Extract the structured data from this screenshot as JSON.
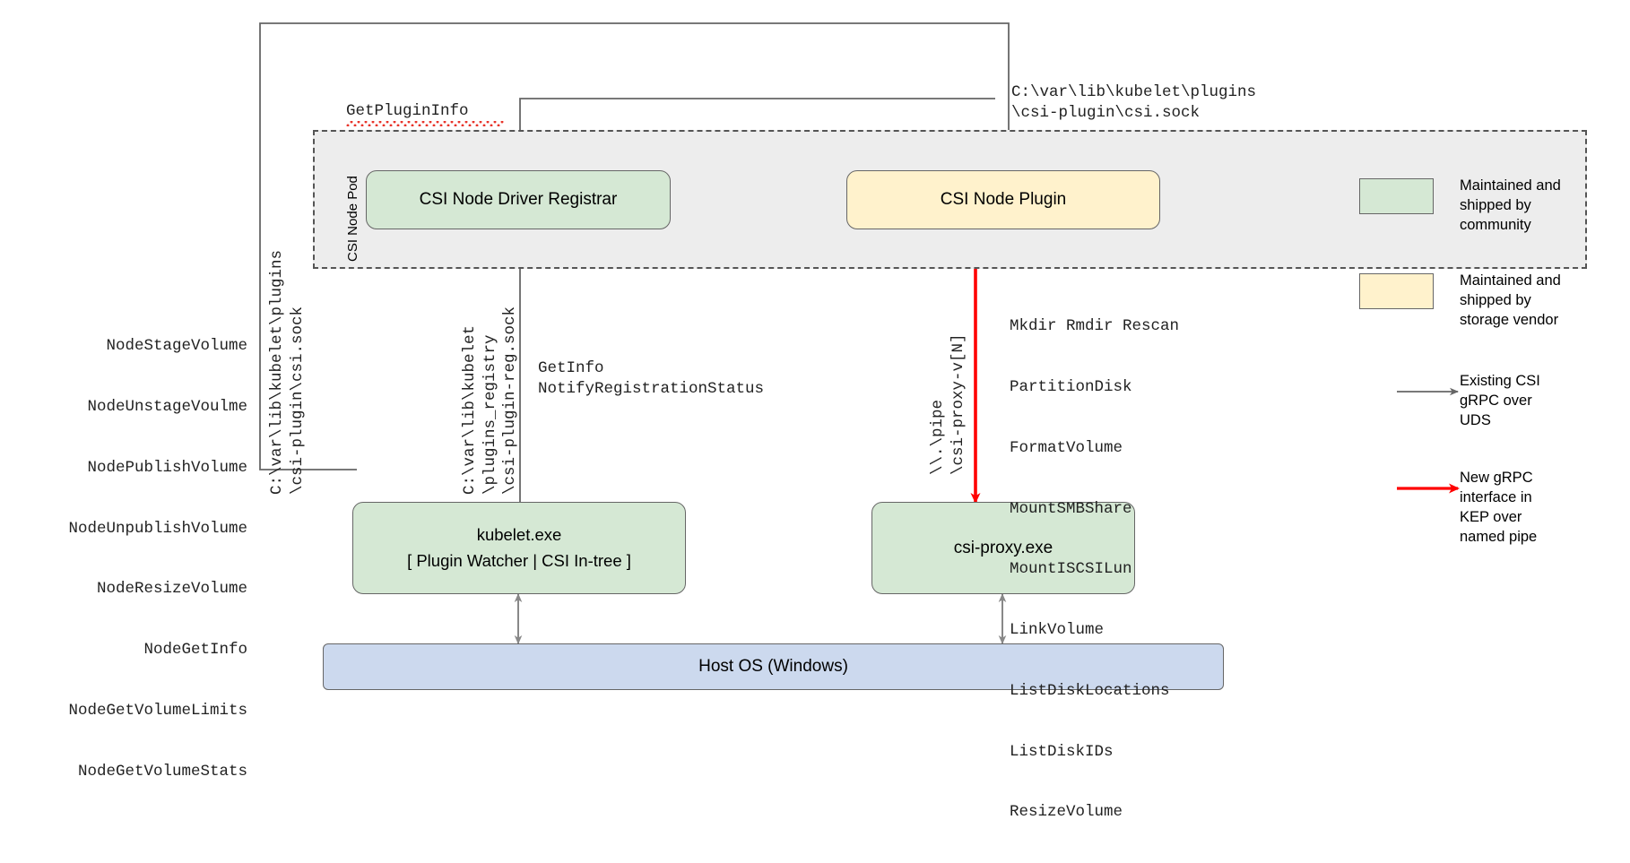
{
  "diagram": {
    "title": "CSI Proxy architecture on Windows",
    "pod": {
      "label": "CSI Node Pod"
    },
    "nodes": {
      "registrar": {
        "label": "CSI Node Driver Registrar",
        "fill": "#d5e8d4"
      },
      "node_plugin": {
        "label": "CSI Node Plugin",
        "fill": "#fff2cc"
      },
      "kubelet": {
        "line1": "kubelet.exe",
        "line2": "[ Plugin Watcher | CSI In-tree ]",
        "fill": "#d5e8d4"
      },
      "csi_proxy": {
        "label": "csi-proxy.exe",
        "fill": "#d5e8d4"
      },
      "host_os": {
        "label": "Host OS (Windows)",
        "fill": "#ccd9ee"
      }
    },
    "labels": {
      "get_plugin_info": "GetPluginInfo",
      "plugin_socket_path": "C:\\var\\lib\\kubelet\\plugins\n\\csi-plugin\\csi.sock",
      "csi_node_rpcs": [
        "NodeStageVolume",
        "NodeUnstageVoulme",
        "NodePublishVolume",
        "NodeUnpublishVolume",
        "NodeResizeVolume",
        "NodeGetInfo",
        "NodeGetVolumeLimits",
        "NodeGetVolumeStats"
      ],
      "kubelet_csi_sock_path": "C:\\var\\lib\\kubelet\\plugins\n\\csi-plugin\\csi.sock",
      "registry_sock_path": "C:\\var\\lib\\kubelet\n\\plugins_registry\n\\csi-plugin-reg.sock",
      "registration_rpcs": "GetInfo\nNotifyRegistrationStatus",
      "named_pipe_path": "\\\\.\\pipe\n\\csi-proxy-v[N]",
      "csi_proxy_apis": [
        "Mkdir Rmdir Rescan",
        "PartitionDisk",
        "FormatVolume",
        "MountSMBShare",
        "MountISCSILun",
        "LinkVolume",
        "ListDiskLocations",
        "ListDiskIDs",
        "ResizeVolume"
      ]
    },
    "legend": {
      "items": [
        {
          "kind": "swatch",
          "color": "#d5e8d4",
          "text": "Maintained and\nshipped by\ncommunity"
        },
        {
          "kind": "swatch",
          "color": "#fff2cc",
          "text": "Maintained and\nshipped by\nstorage vendor"
        },
        {
          "kind": "arrow",
          "color": "#666666",
          "text": "Existing CSI\ngRPC over\nUDS"
        },
        {
          "kind": "arrow",
          "color": "#ff0000",
          "text": "New gRPC\ninterface in\nKEP over\nnamed pipe"
        }
      ]
    },
    "colors": {
      "community_green": "#d5e8d4",
      "vendor_yellow": "#fff2cc",
      "host_blue": "#ccd9ee",
      "pod_grey": "#ededed",
      "edge_grey": "#666666",
      "new_interface_red": "#ff0000"
    }
  }
}
